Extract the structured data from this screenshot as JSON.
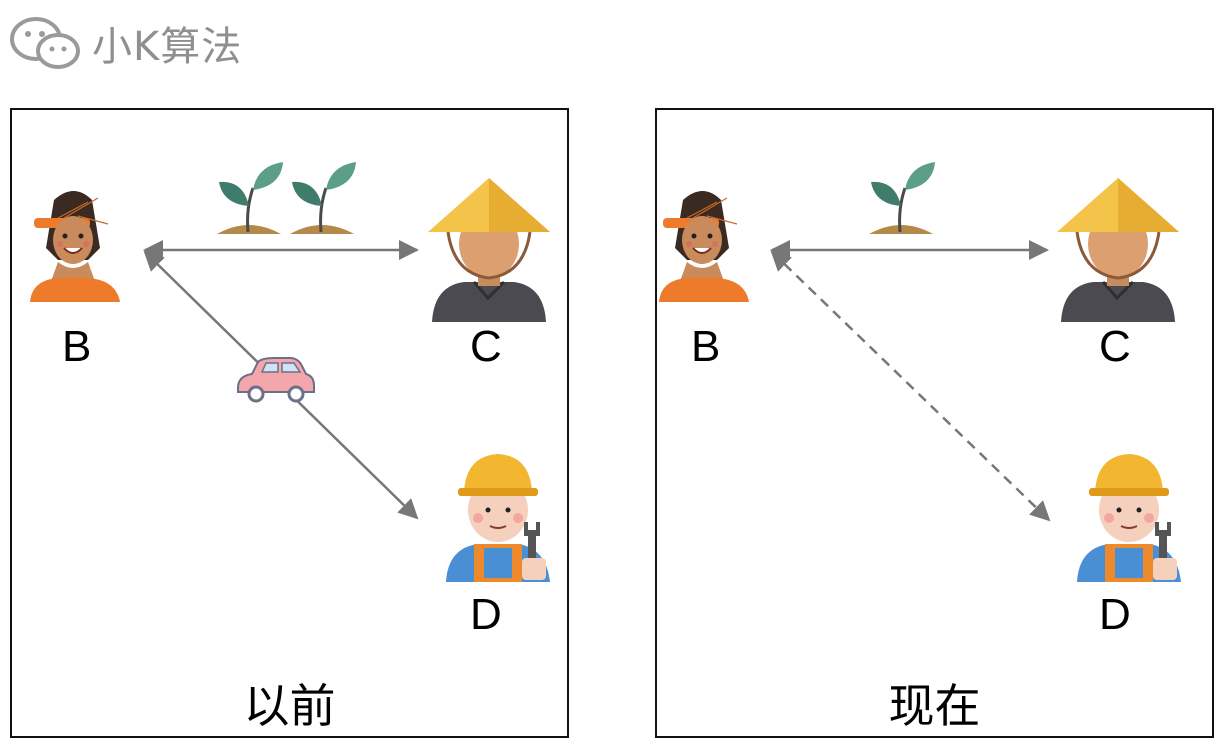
{
  "header": {
    "brand_name": "小K算法",
    "icon": "wechat-icon"
  },
  "panels": [
    {
      "caption": "以前",
      "nodes": {
        "b": "B",
        "c": "C",
        "d": "D"
      },
      "edges": [
        {
          "from": "B",
          "to": "C",
          "style": "solid",
          "icon": "sprout-icon",
          "count": 2
        },
        {
          "from": "B",
          "to": "D",
          "style": "solid",
          "icon": "car-icon"
        }
      ]
    },
    {
      "caption": "现在",
      "nodes": {
        "b": "B",
        "c": "C",
        "d": "D"
      },
      "edges": [
        {
          "from": "B",
          "to": "C",
          "style": "solid",
          "icon": "sprout-icon",
          "count": 1
        },
        {
          "from": "B",
          "to": "D",
          "style": "dashed"
        }
      ]
    }
  ],
  "colors": {
    "arrow": "#777777",
    "frame": "#111111",
    "brand_text": "#8f8f8f"
  }
}
